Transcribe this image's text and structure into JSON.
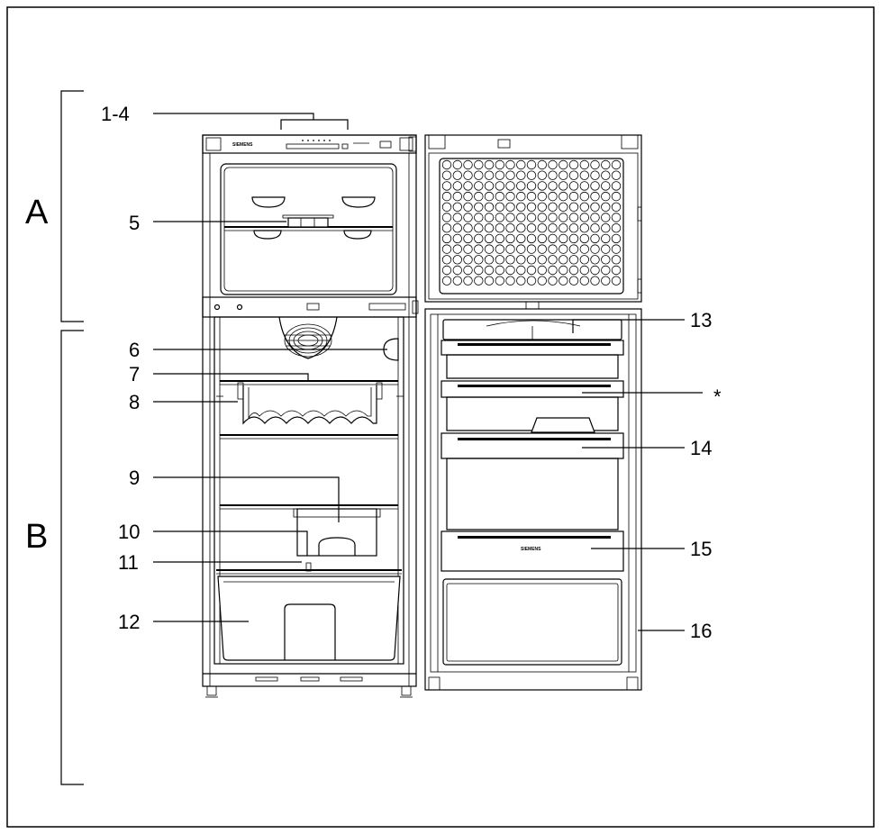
{
  "labels": {
    "section_a": "A",
    "section_b": "B",
    "l1_4": "1-4",
    "l5": "5",
    "l6": "6",
    "l7": "7",
    "l8": "8",
    "l9": "9",
    "l10": "10",
    "l11": "11",
    "l12": "12",
    "l13": "13",
    "star": "*",
    "l14": "14",
    "l15": "15",
    "l16": "16"
  },
  "brand": {
    "panel_logo": "SIEMENS",
    "drawer_logo": "SIEMENS"
  }
}
